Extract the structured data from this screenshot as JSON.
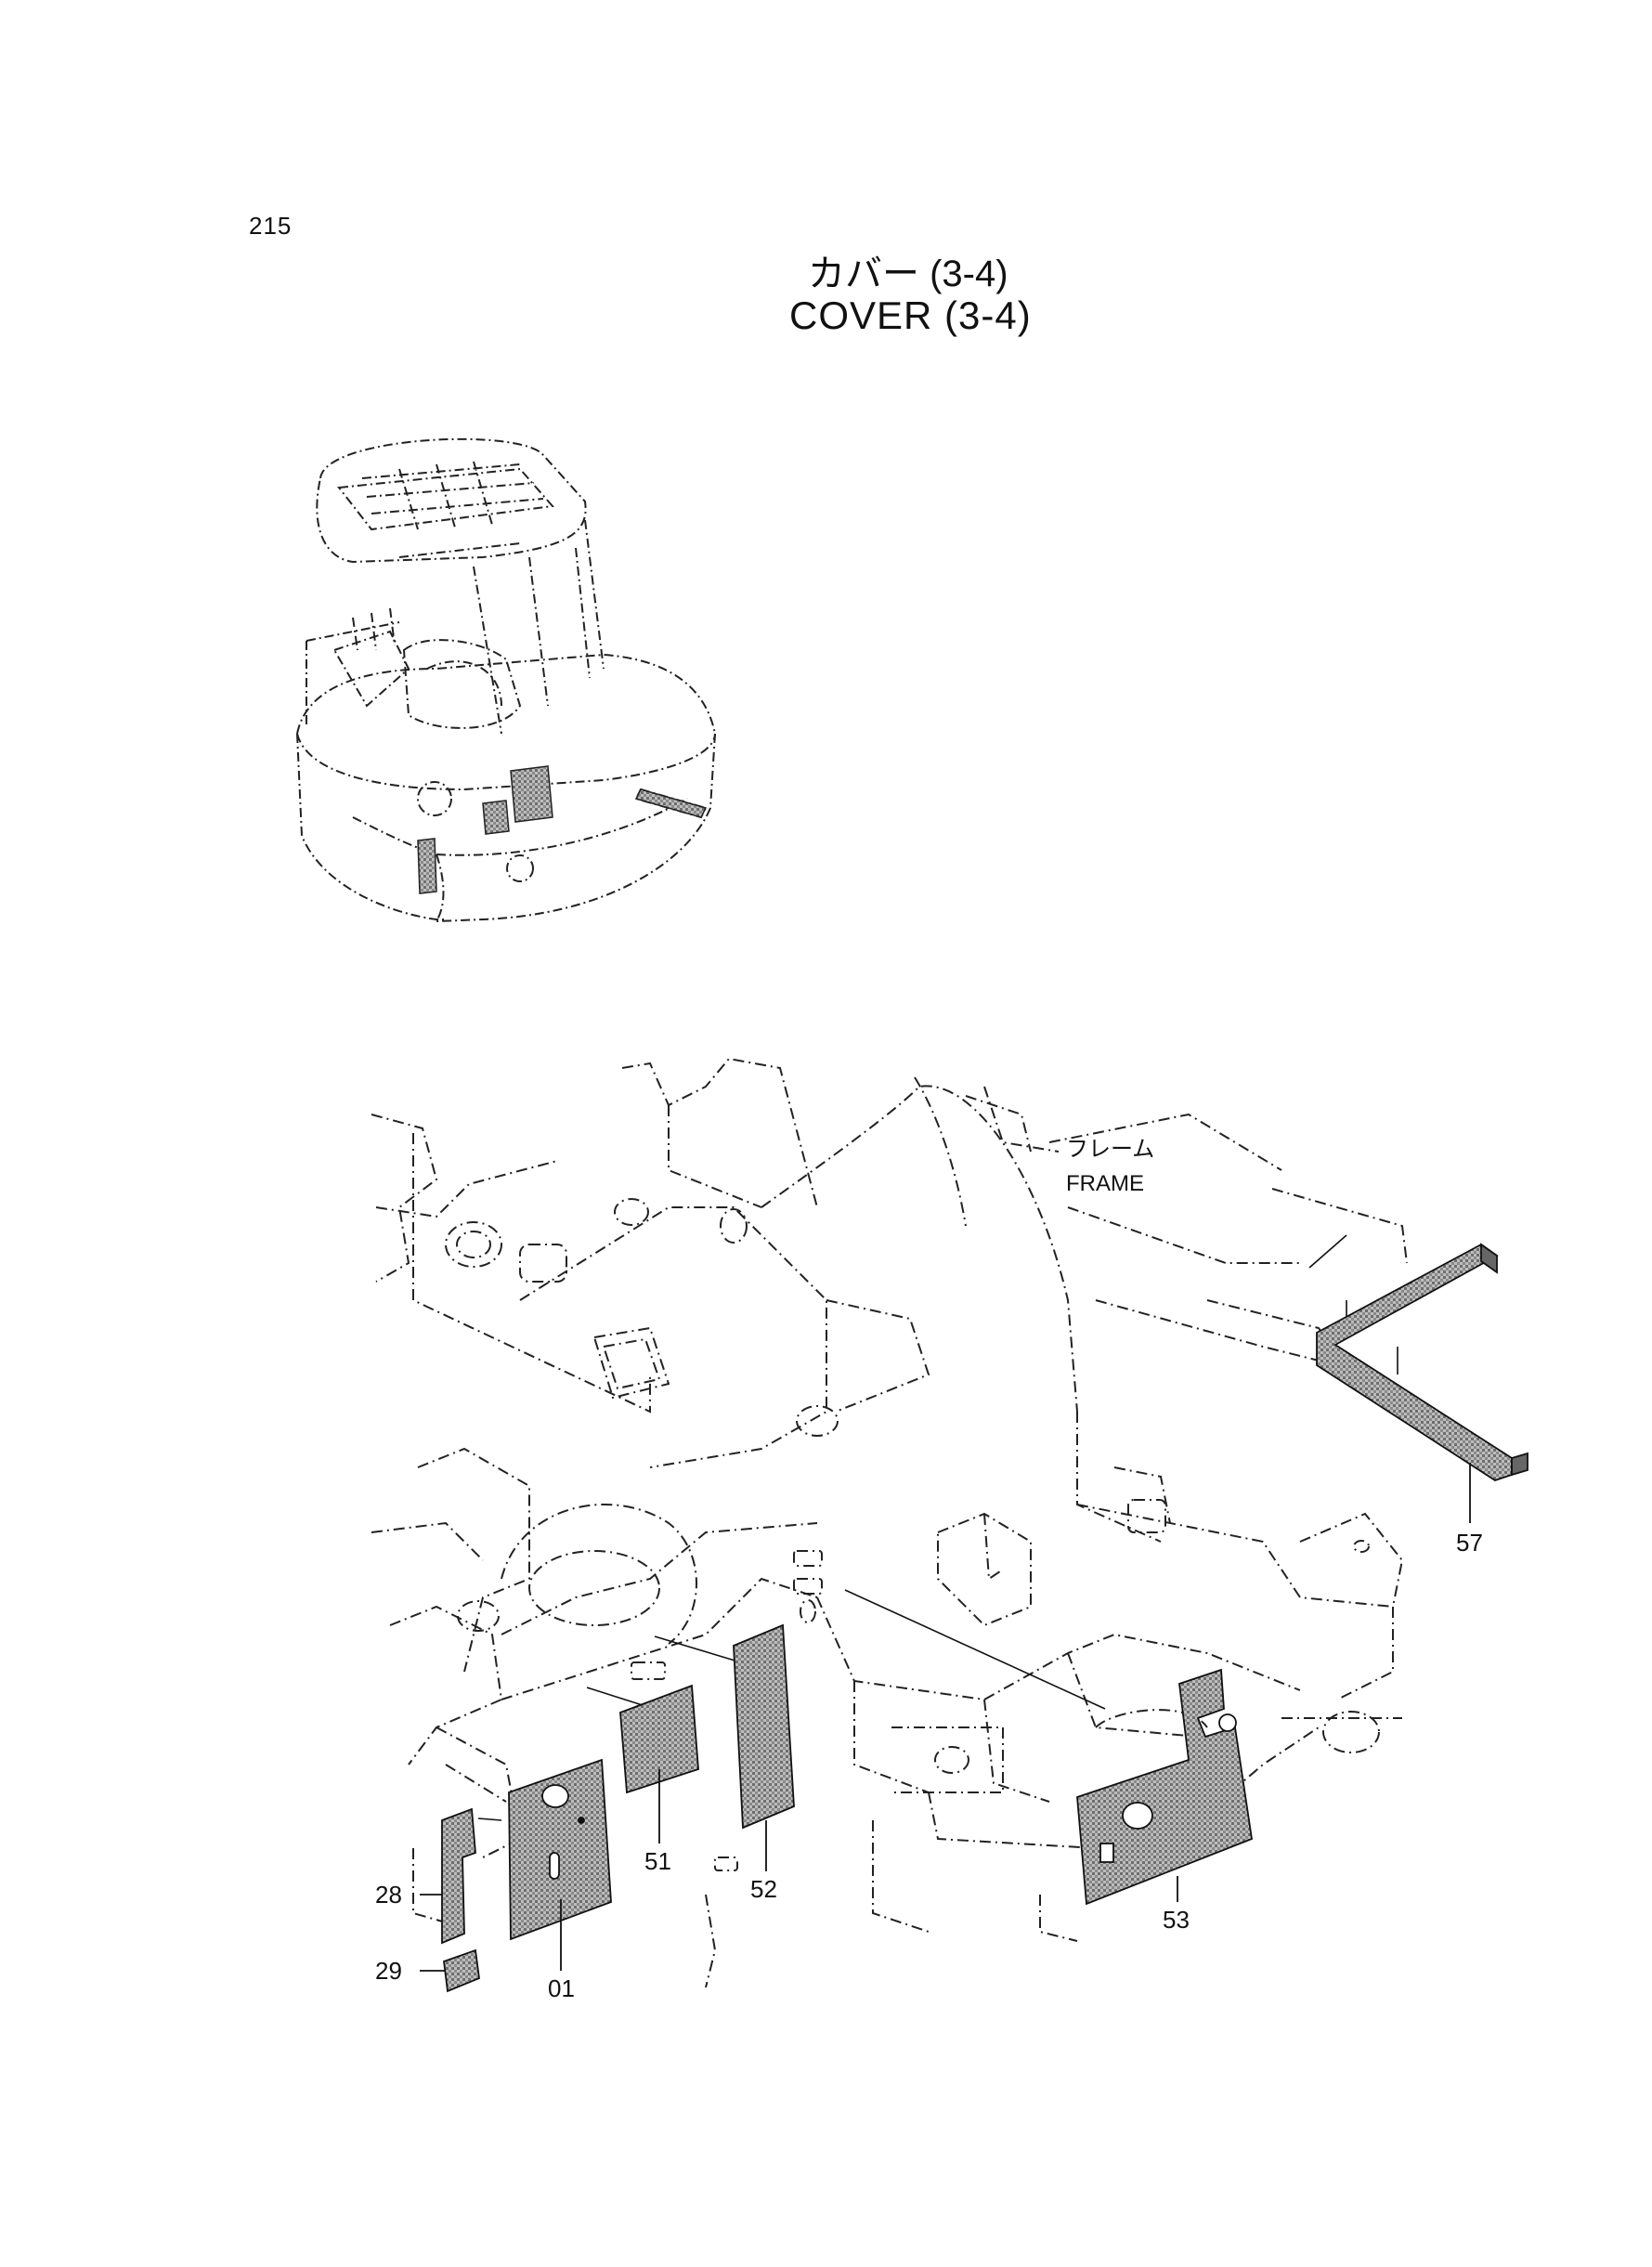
{
  "page_number": "215",
  "title_jp": "カバー (3-4)",
  "title_en": "COVER (3-4)",
  "frame_label_jp": "フレーム",
  "frame_label_en": "FRAME",
  "callouts": {
    "p01": "01",
    "p28": "28",
    "p29": "29",
    "p51": "51",
    "p52": "52",
    "p53": "53",
    "p57": "57"
  }
}
